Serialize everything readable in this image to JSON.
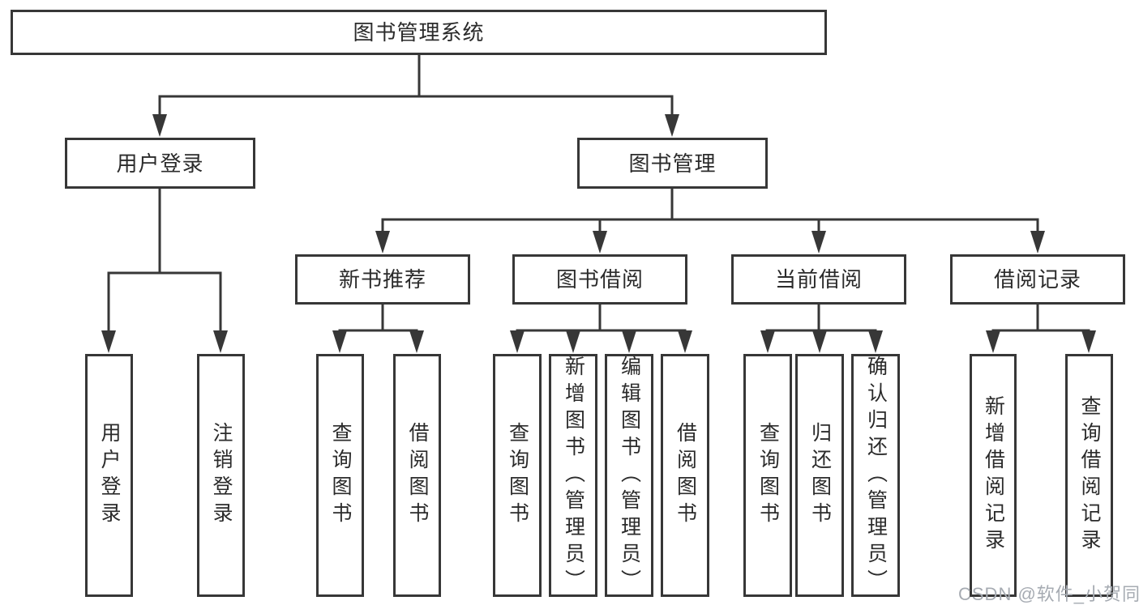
{
  "tree": {
    "root": {
      "label": "图书管理系统"
    },
    "user_branch": {
      "label": "用户登录",
      "children": [
        {
          "label": "用户登录"
        },
        {
          "label": "注销登录"
        }
      ]
    },
    "book_branch": {
      "label": "图书管理",
      "groups": [
        {
          "label": "新书推荐",
          "children": [
            {
              "label": "查询图书"
            },
            {
              "label": "借阅图书"
            }
          ]
        },
        {
          "label": "图书借阅",
          "children": [
            {
              "label": "查询图书"
            },
            {
              "label": "新增图书（管理员）"
            },
            {
              "label": "编辑图书（管理员）"
            },
            {
              "label": "借阅图书"
            }
          ]
        },
        {
          "label": "当前借阅",
          "children": [
            {
              "label": "查询图书"
            },
            {
              "label": "归还图书"
            },
            {
              "label": "确认归还（管理员）"
            }
          ]
        },
        {
          "label": "借阅记录",
          "children": [
            {
              "label": "新增借阅记录"
            },
            {
              "label": "查询借阅记录"
            }
          ]
        }
      ]
    }
  },
  "watermark": {
    "text": "CSDN @软件_小贺同学"
  },
  "colors": {
    "line": "#373737",
    "border": "#373737",
    "text": "#2b2b2b",
    "watermark": "#a6abb2",
    "bg": "#ffffff"
  }
}
